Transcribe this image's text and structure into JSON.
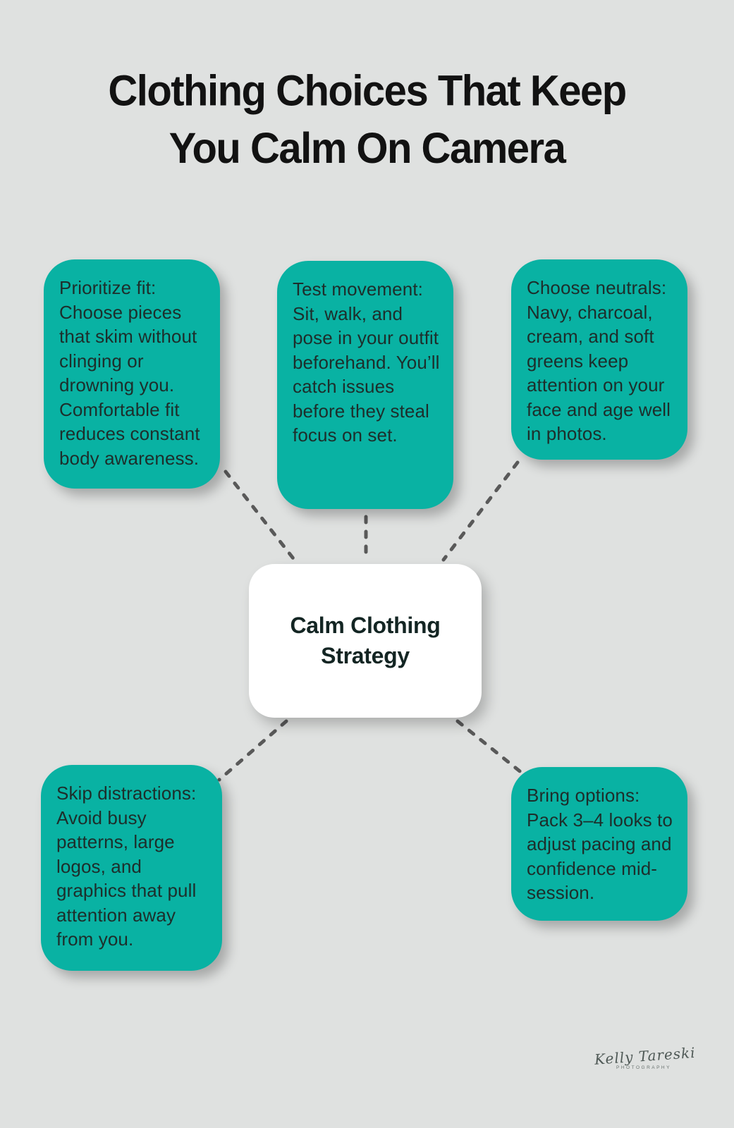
{
  "title": {
    "full": "Clothing Choices That Keep You Calm On Camera",
    "line1": "Clothing Choices That Keep",
    "line2": "You Calm On Camera"
  },
  "center": {
    "label": "Calm Clothing Strategy"
  },
  "nodes": [
    {
      "id": "prioritize-fit",
      "text": "Prioritize fit: Choose pieces that skim without clinging or drowning you. Comfortable fit reduces constant body awareness."
    },
    {
      "id": "test-movement",
      "text": "Test movement: Sit, walk, and pose in your outfit beforehand. You’ll catch issues before they steal focus on set."
    },
    {
      "id": "choose-neutrals",
      "text": "Choose neutrals: Navy, charcoal, cream, and soft greens keep attention on your face and age well in photos."
    },
    {
      "id": "skip-distractions",
      "text": "Skip distractions: Avoid busy patterns, large logos, and graphics that pull attention away from you."
    },
    {
      "id": "bring-options",
      "text": "Bring options: Pack 3–4 looks to adjust pacing and confidence mid-session."
    }
  ],
  "signature": {
    "name": "Kelly Tareski",
    "subtitle": "PHOTOGRAPHY"
  },
  "colors": {
    "background": "#dfe1e0",
    "node_fill": "#09b2a3",
    "node_text": "#1d2e2b",
    "center_fill": "#ffffff",
    "center_text": "#132523",
    "title_text": "#121212",
    "connector": "#595959"
  }
}
